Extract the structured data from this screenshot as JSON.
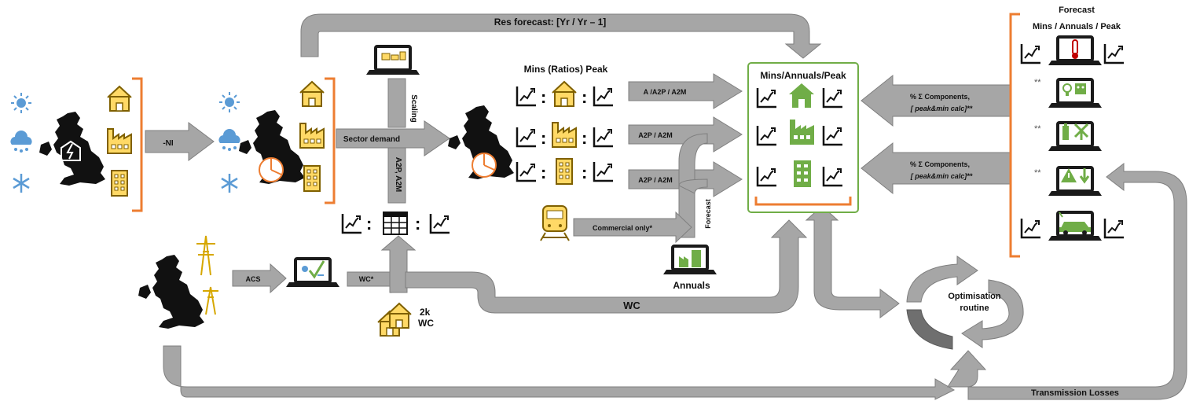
{
  "labels": {
    "res_forecast": "Res forecast:  [Yr / Yr – 1]",
    "no_ni": "-NI",
    "sector_demand": "Sector demand",
    "scaling": "Scaling",
    "a2p_a2m_vertical": "A2P, A2M",
    "mins_ratios_peak": "Mins  (Ratios)  Peak",
    "arrow_residential": "A /A2P / A2M",
    "arrow_commercial": "A2P / A2M",
    "arrow_industrial": "A2P / A2M",
    "commercial_only": "Commercial only*",
    "forecast_vertical": "Forecast",
    "annuals": "Annuals",
    "acs": "ACS",
    "wc_star": "WC*",
    "twok": "2k",
    "wc_small": "WC",
    "wc_big": "WC",
    "mins_annuals_peak": "Mins/Annuals/Peak",
    "components_1a": "% Σ Components,",
    "components_1b": "[ peak&min calc]**",
    "components_2a": "% Σ Components,",
    "components_2b": "[ peak&min calc]**",
    "forecast_title": "Forecast",
    "mins_annuals_peak_right": "Mins  /  Annuals  /  Peak",
    "star_1": "**",
    "star_2": "**",
    "star_3": "**",
    "optimisation_1": "Optimisation",
    "optimisation_2": "routine",
    "transmission_losses": "Transmission Losses"
  },
  "colors": {
    "arrow": "#a6a6a6",
    "arrow_stroke": "#7f7f7f",
    "bracket": "#ed7d31",
    "building": "#ffd966",
    "green": "#70ad47",
    "weather": "#5b9bd5",
    "box_border": "#70ad47",
    "laptop": "#1a1a1a"
  },
  "icons": {
    "weather": [
      "sun-icon",
      "rain-cloud-icon",
      "snowflake-icon"
    ],
    "buildings": [
      "house-icon",
      "factory-icon",
      "office-building-icon"
    ],
    "right_panel": [
      "thermometer-icon",
      "bulb-robot-icon",
      "battery-windmill-icon",
      "warning-arrow-icon",
      "electric-car-icon"
    ]
  }
}
